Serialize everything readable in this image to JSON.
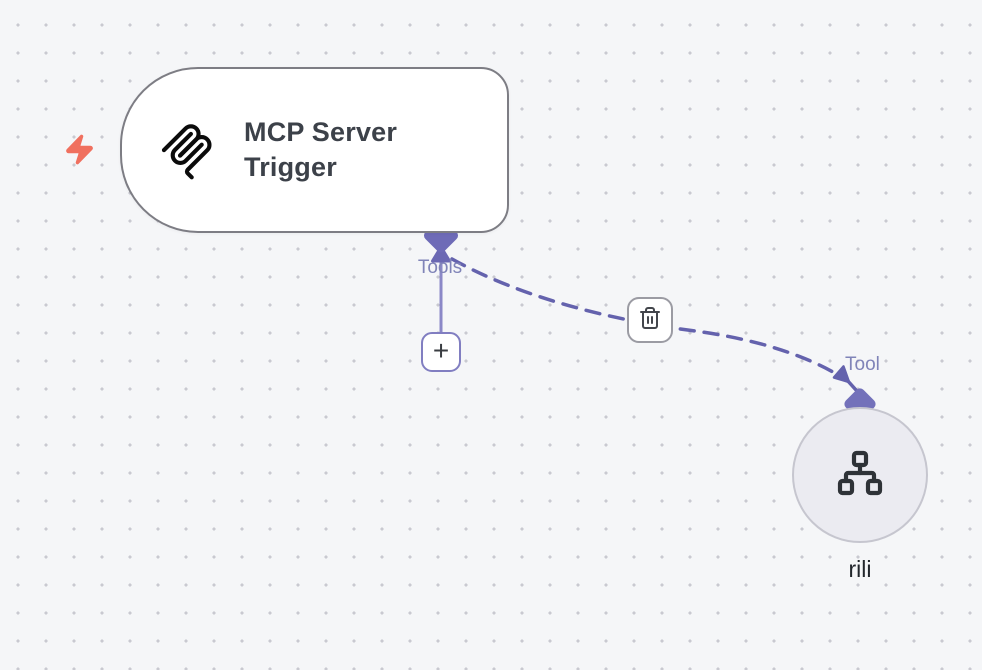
{
  "canvas": {
    "background": "#f5f6f8",
    "dot_color": "#c9c9d1"
  },
  "nodes": {
    "trigger": {
      "title": "MCP Server Trigger",
      "icon": "mcp-logo-icon",
      "border_color": "#7d7d84"
    },
    "tool": {
      "name": "rili",
      "icon": "sitemap-icon",
      "fill_color": "#ebebf1",
      "border_color": "#c6c6cf"
    }
  },
  "endpoints": {
    "tools_label": "Tools",
    "tool_label": "Tool",
    "diamond_color": "#6e6bb7",
    "solid_line_color": "#8b88c7",
    "dashed_line_color": "#6462ad"
  },
  "buttons": {
    "add_label": "+",
    "trash_icon": "trash-icon"
  },
  "indicators": {
    "lightning_icon": "lightning-bolt-icon",
    "lightning_color": "#f0705f"
  }
}
